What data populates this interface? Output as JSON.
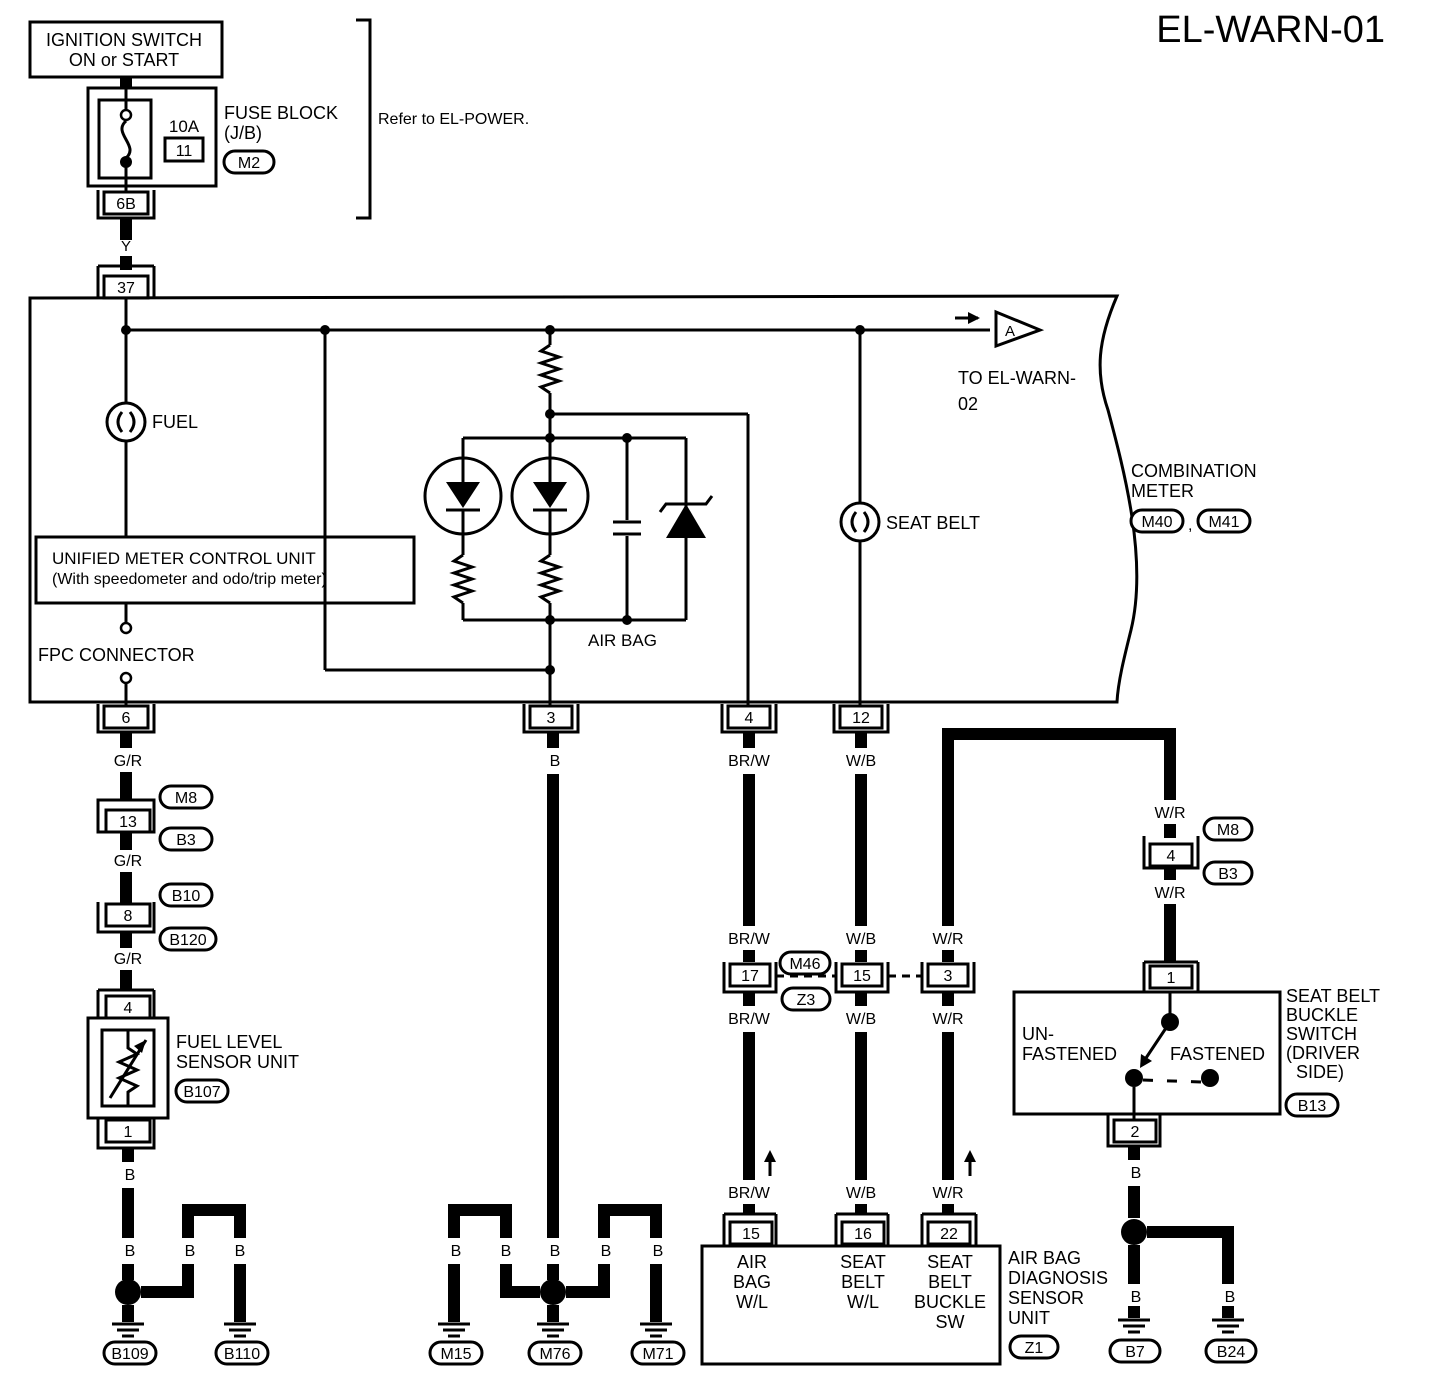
{
  "title": "EL-WARN-01",
  "power": {
    "ignition_line1": "IGNITION SWITCH",
    "ignition_line2": "ON or START",
    "fuse_block_line1": "FUSE BLOCK",
    "fuse_block_line2": "(J/B)",
    "fuse_rating": "10A",
    "fuse_no": "11",
    "fuse_connector": "M2",
    "fuse_pin": "6B",
    "refer_note": "Refer to EL-POWER."
  },
  "wires": {
    "y": "Y",
    "gr": "G/R",
    "b": "B",
    "brw": "BR/W",
    "wb": "W/B",
    "wr": "W/R"
  },
  "meter": {
    "pin_in": "37",
    "fuel_label": "FUEL",
    "unit_line1": "UNIFIED METER CONTROL UNIT",
    "unit_line2": "(With speedometer and odo/trip meter)",
    "fpc_label": "FPC CONNECTOR",
    "airbag_label": "AIR BAG",
    "seatbelt_label": "SEAT BELT",
    "to_line1": "TO EL-WARN-",
    "to_line2": "02",
    "arrow_label": "A",
    "combination_line1": "COMBINATION",
    "combination_line2": "METER",
    "conn_a": "M40",
    "conn_sep": ",",
    "conn_b": "M41",
    "pin_6": "6",
    "pin_3": "3",
    "pin_4": "4",
    "pin_12": "12"
  },
  "fuel_path": {
    "m8": "M8",
    "b3": "B3",
    "pin13": "13",
    "b10": "B10",
    "b120": "B120",
    "pin8": "8",
    "sensor_line1": "FUEL LEVEL",
    "sensor_line2": "SENSOR UNIT",
    "sensor_conn": "B107",
    "pin4": "4",
    "pin1": "1"
  },
  "grounds": {
    "b109": "B109",
    "b110": "B110",
    "m15": "M15",
    "m76": "M76",
    "m71": "M71",
    "b7": "B7",
    "b24": "B24"
  },
  "junction": {
    "pin17": "17",
    "pin15": "15",
    "pin3": "3",
    "m46": "M46",
    "z3": "Z3"
  },
  "buckle": {
    "m8": "M8",
    "b3": "B3",
    "pin4": "4",
    "pin1": "1",
    "pin2": "2",
    "unfastened_line1": "UN-",
    "unfastened_line2": "FASTENED",
    "fastened": "FASTENED",
    "sw_line1": "SEAT BELT",
    "sw_line2": "BUCKLE",
    "sw_line3": "SWITCH",
    "sw_line4": "(DRIVER",
    "sw_line5": "SIDE)",
    "conn": "B13"
  },
  "airbag_unit": {
    "pin15": "15",
    "pin16": "16",
    "pin22": "22",
    "c1_line1": "AIR",
    "c1_line2": "BAG",
    "c1_line3": "W/L",
    "c2_line1": "SEAT",
    "c2_line2": "BELT",
    "c2_line3": "W/L",
    "c3_line1": "SEAT",
    "c3_line2": "BELT",
    "c3_line3": "BUCKLE",
    "c3_line4": "SW",
    "name_line1": "AIR BAG",
    "name_line2": "DIAGNOSIS",
    "name_line3": "SENSOR",
    "name_line4": "UNIT",
    "conn": "Z1"
  }
}
